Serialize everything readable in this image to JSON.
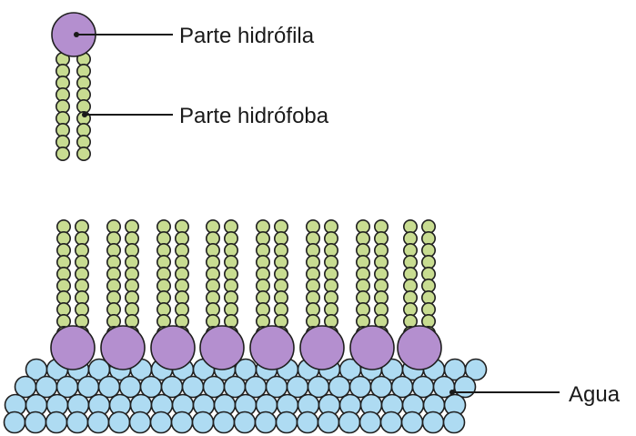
{
  "labels": {
    "hydrophilic": "Parte hidrófila",
    "hydrophobic": "Parte hidrófoba",
    "water": "Agua"
  },
  "colors": {
    "head_fill": "#b48fcf",
    "tail_fill": "#c8dc91",
    "water_fill": "#aedbf2",
    "outline": "#1f1f1f"
  },
  "molecules_in_layer": 8
}
